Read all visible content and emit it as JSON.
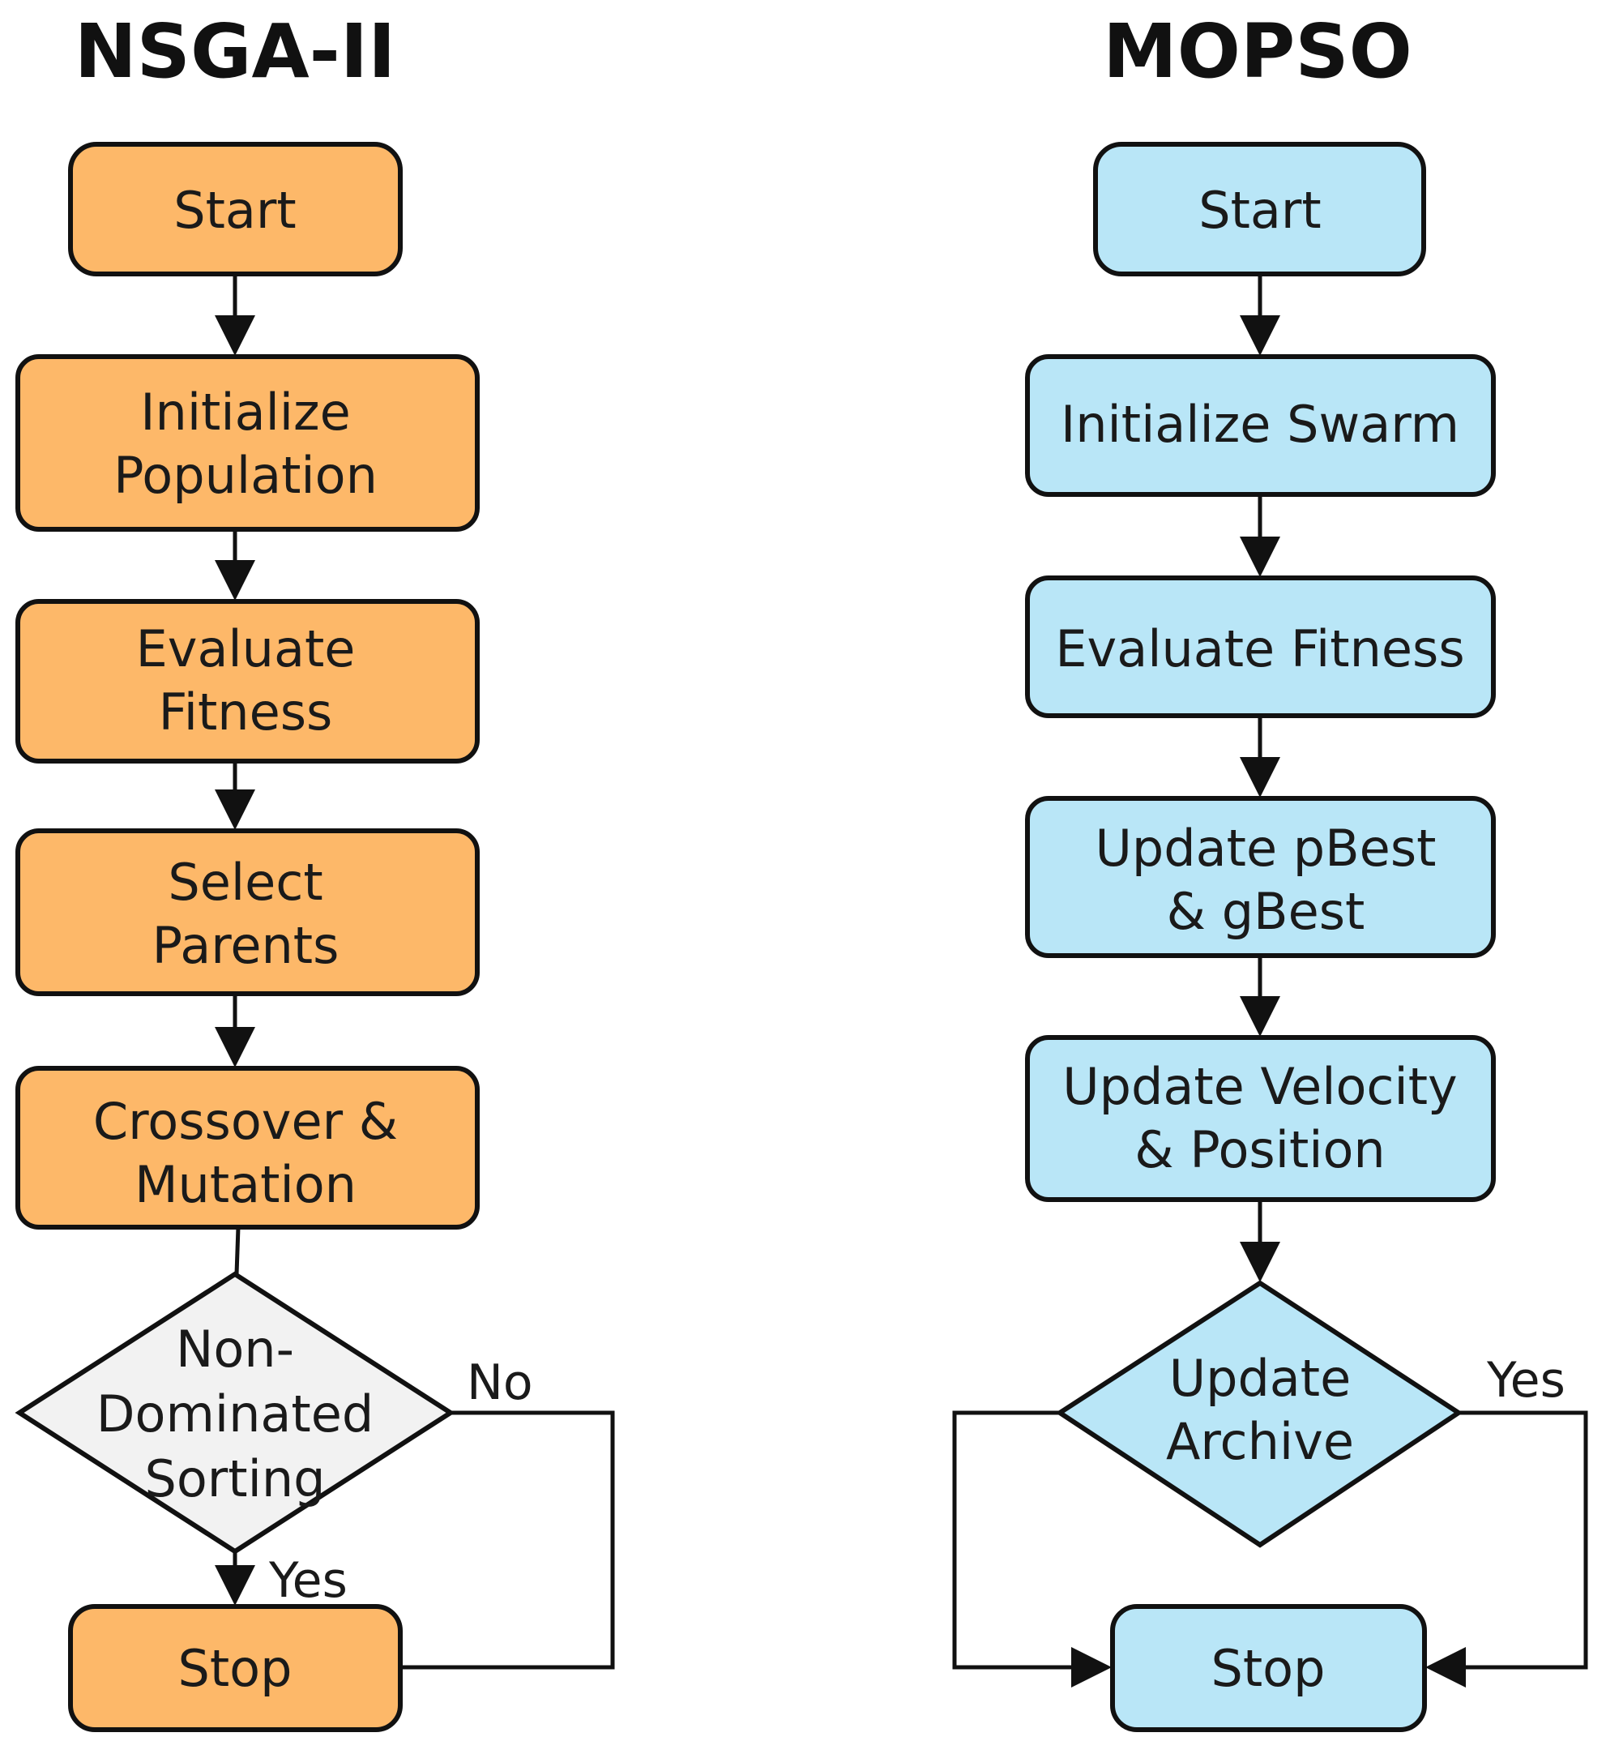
{
  "colors": {
    "nsga_fill": "#FDB869",
    "mopso_fill": "#B9E6F7",
    "decision_grey": "#F2F2F2",
    "stroke": "#111111"
  },
  "nsga": {
    "title": "NSGA-II",
    "start": "Start",
    "init": [
      "Initialize",
      "Population"
    ],
    "eval": [
      "Evaluate",
      "Fitness"
    ],
    "select": [
      "Select",
      "Parents"
    ],
    "cross": [
      "Crossover &",
      "Mutation"
    ],
    "decision": [
      "Non-",
      "Dominated",
      "Sorting"
    ],
    "no_label": "No",
    "yes_label": "Yes",
    "stop": "Stop"
  },
  "mopso": {
    "title": "MOPSO",
    "start": "Start",
    "init": "Initialize Swarm",
    "eval": "Evaluate Fitness",
    "update_best": [
      "Update pBest",
      "& gBest"
    ],
    "update_vel": [
      "Update Velocity",
      "& Position"
    ],
    "decision": [
      "Update",
      "Archive"
    ],
    "yes_label": "Yes",
    "stop": "Stop"
  }
}
